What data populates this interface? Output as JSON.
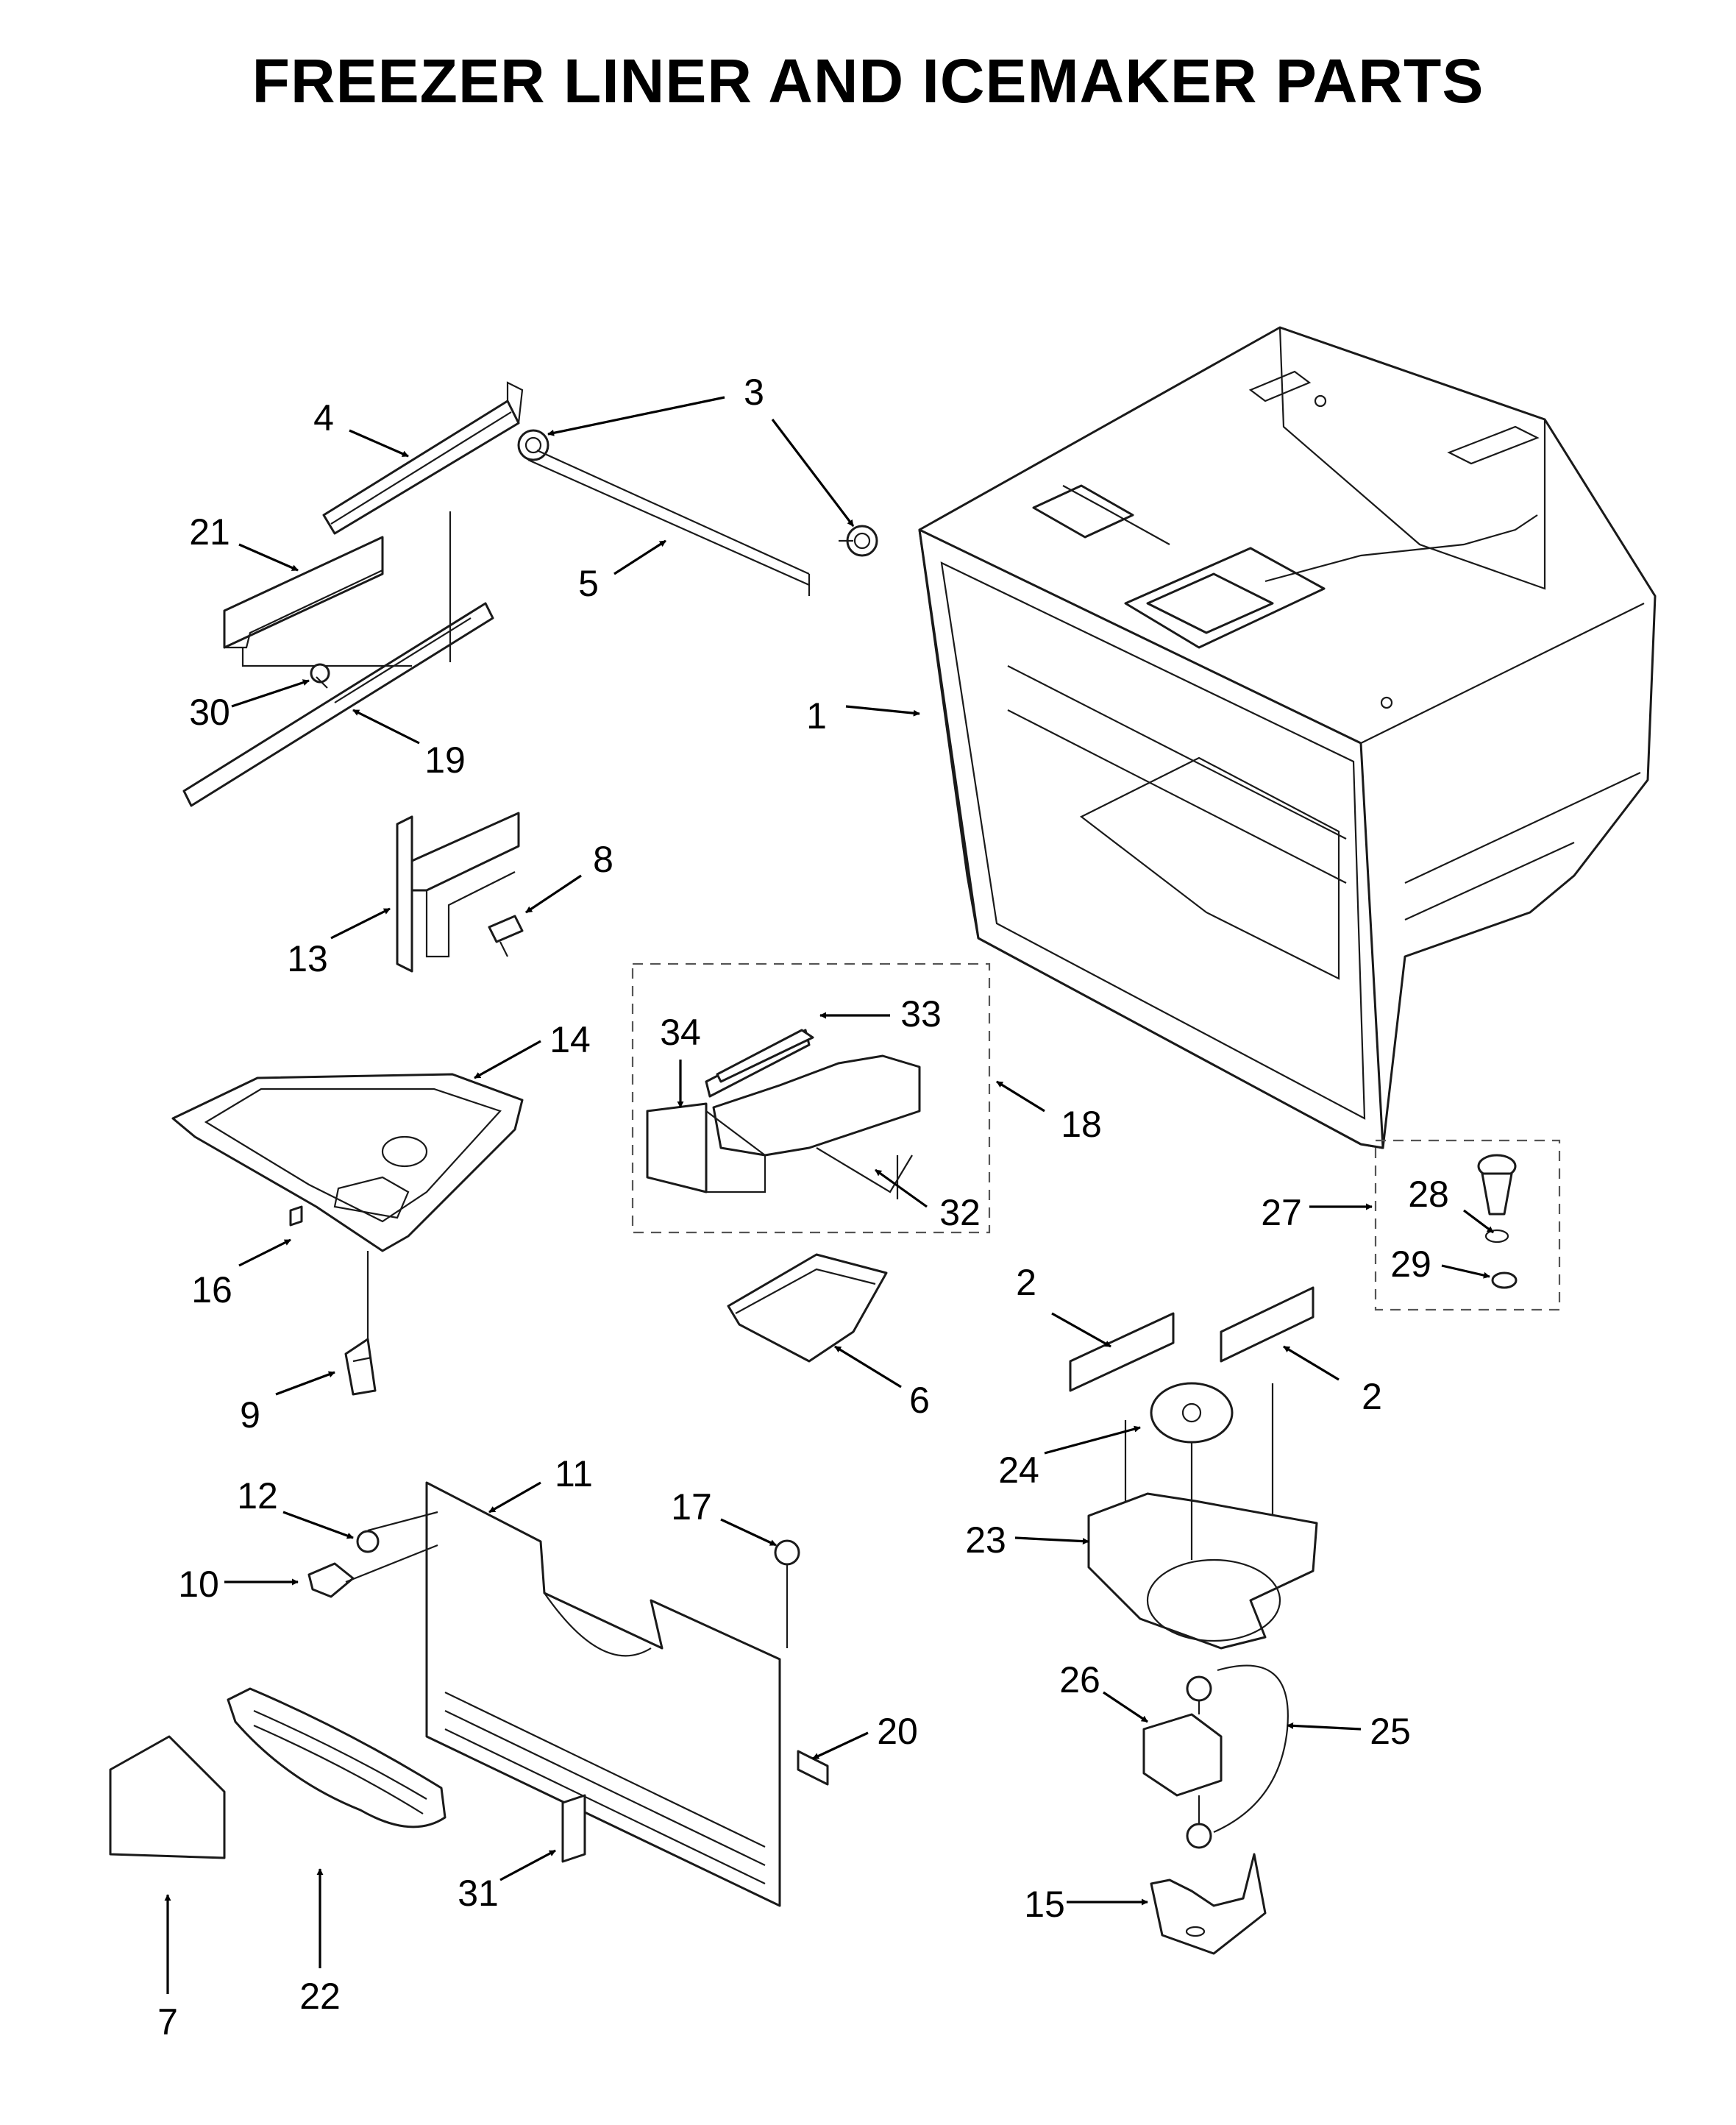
{
  "title": "FREEZER LINER AND ICEMAKER PARTS",
  "callouts": [
    {
      "id": "c1",
      "label": "1"
    },
    {
      "id": "c2a",
      "label": "2"
    },
    {
      "id": "c2b",
      "label": "2"
    },
    {
      "id": "c3",
      "label": "3"
    },
    {
      "id": "c4",
      "label": "4"
    },
    {
      "id": "c5",
      "label": "5"
    },
    {
      "id": "c6",
      "label": "6"
    },
    {
      "id": "c7",
      "label": "7"
    },
    {
      "id": "c8",
      "label": "8"
    },
    {
      "id": "c9",
      "label": "9"
    },
    {
      "id": "c10",
      "label": "10"
    },
    {
      "id": "c11",
      "label": "11"
    },
    {
      "id": "c12",
      "label": "12"
    },
    {
      "id": "c13",
      "label": "13"
    },
    {
      "id": "c14",
      "label": "14"
    },
    {
      "id": "c15",
      "label": "15"
    },
    {
      "id": "c16",
      "label": "16"
    },
    {
      "id": "c17",
      "label": "17"
    },
    {
      "id": "c18",
      "label": "18"
    },
    {
      "id": "c19",
      "label": "19"
    },
    {
      "id": "c20",
      "label": "20"
    },
    {
      "id": "c21",
      "label": "21"
    },
    {
      "id": "c22",
      "label": "22"
    },
    {
      "id": "c23",
      "label": "23"
    },
    {
      "id": "c24",
      "label": "24"
    },
    {
      "id": "c25",
      "label": "25"
    },
    {
      "id": "c26",
      "label": "26"
    },
    {
      "id": "c27",
      "label": "27"
    },
    {
      "id": "c28",
      "label": "28"
    },
    {
      "id": "c29",
      "label": "29"
    },
    {
      "id": "c30",
      "label": "30"
    },
    {
      "id": "c31",
      "label": "31"
    },
    {
      "id": "c32",
      "label": "32"
    },
    {
      "id": "c33",
      "label": "33"
    },
    {
      "id": "c34",
      "label": "34"
    }
  ]
}
